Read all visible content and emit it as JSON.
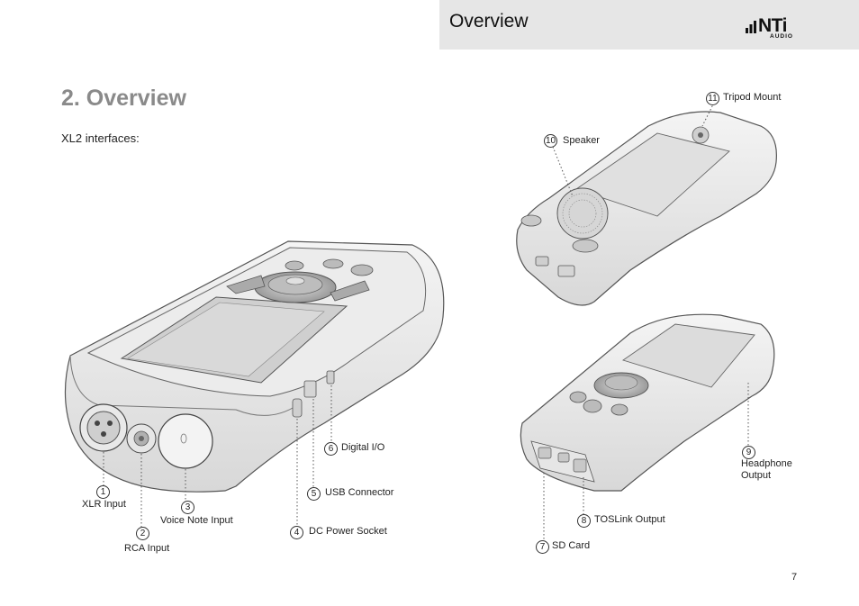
{
  "header": {
    "title": "Overview",
    "logo_text": "NTi",
    "logo_sub": "AUDIO"
  },
  "section": {
    "heading": "2.  Overview",
    "intro": "XL2 interfaces:"
  },
  "callouts": [
    {
      "number": "1",
      "label": "XLR Input"
    },
    {
      "number": "2",
      "label": "RCA Input"
    },
    {
      "number": "3",
      "label": "Voice Note Input"
    },
    {
      "number": "4",
      "label": "DC Power Socket"
    },
    {
      "number": "5",
      "label": "USB Connector"
    },
    {
      "number": "6",
      "label": "Digital I/O"
    },
    {
      "number": "7",
      "label": "SD Card"
    },
    {
      "number": "8",
      "label": "TOSLink Output"
    },
    {
      "number": "9",
      "label": "Headphone Output"
    },
    {
      "number": "10",
      "label": "Speaker"
    },
    {
      "number": "11",
      "label": "Tripod Mount"
    }
  ],
  "page_number": "7"
}
